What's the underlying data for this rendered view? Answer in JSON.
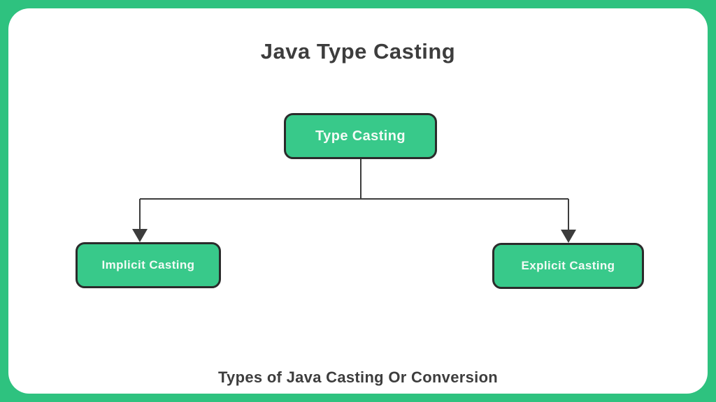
{
  "title": "Java Type Casting",
  "caption": "Types of Java Casting Or Conversion",
  "diagram": {
    "root": {
      "label": "Type Casting"
    },
    "children": [
      {
        "label": "Implicit Casting"
      },
      {
        "label": "Explicit Casting"
      }
    ]
  },
  "colors": {
    "frame-green": "#2EC27F",
    "card-background": "#FFFFFF",
    "node-green": "#38C98A",
    "node-border": "#2B2B2B",
    "node-text": "#F4FBF6",
    "connector": "#3C3C3C",
    "heading-text": "#3D3D3D"
  }
}
